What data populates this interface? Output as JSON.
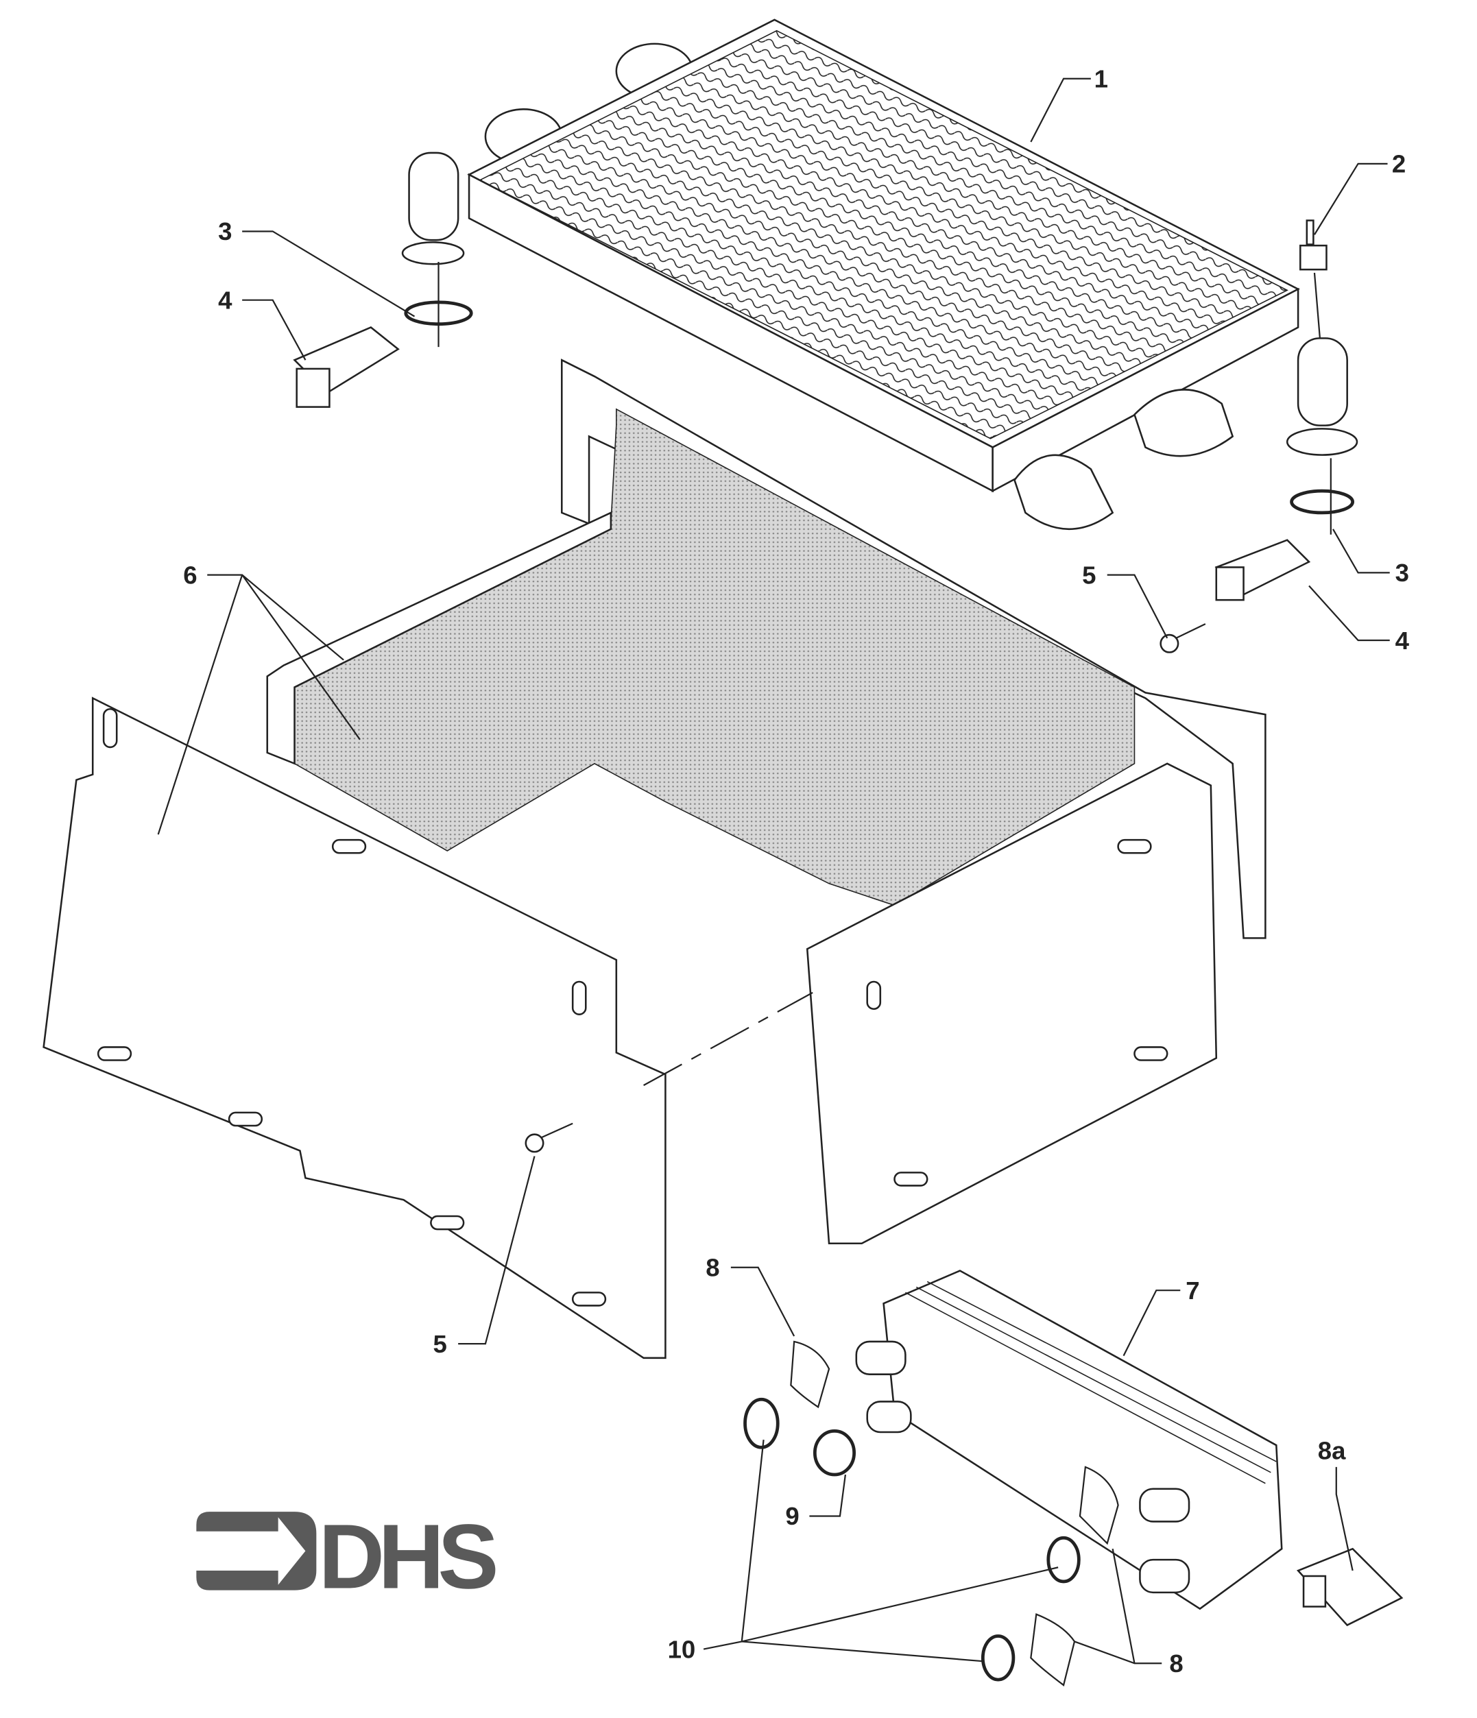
{
  "diagram": {
    "labels": {
      "l1": "1",
      "l2": "2",
      "l3a": "3",
      "l4a": "4",
      "l3b": "3",
      "l4b": "4",
      "l5a": "5",
      "l5b": "5",
      "l6": "6",
      "l7": "7",
      "l8a": "8",
      "l8b": "8",
      "l8c": "8a",
      "l9": "9",
      "l10": "10"
    },
    "logo": {
      "text": "DHS",
      "color": "#5a5a5a"
    }
  }
}
